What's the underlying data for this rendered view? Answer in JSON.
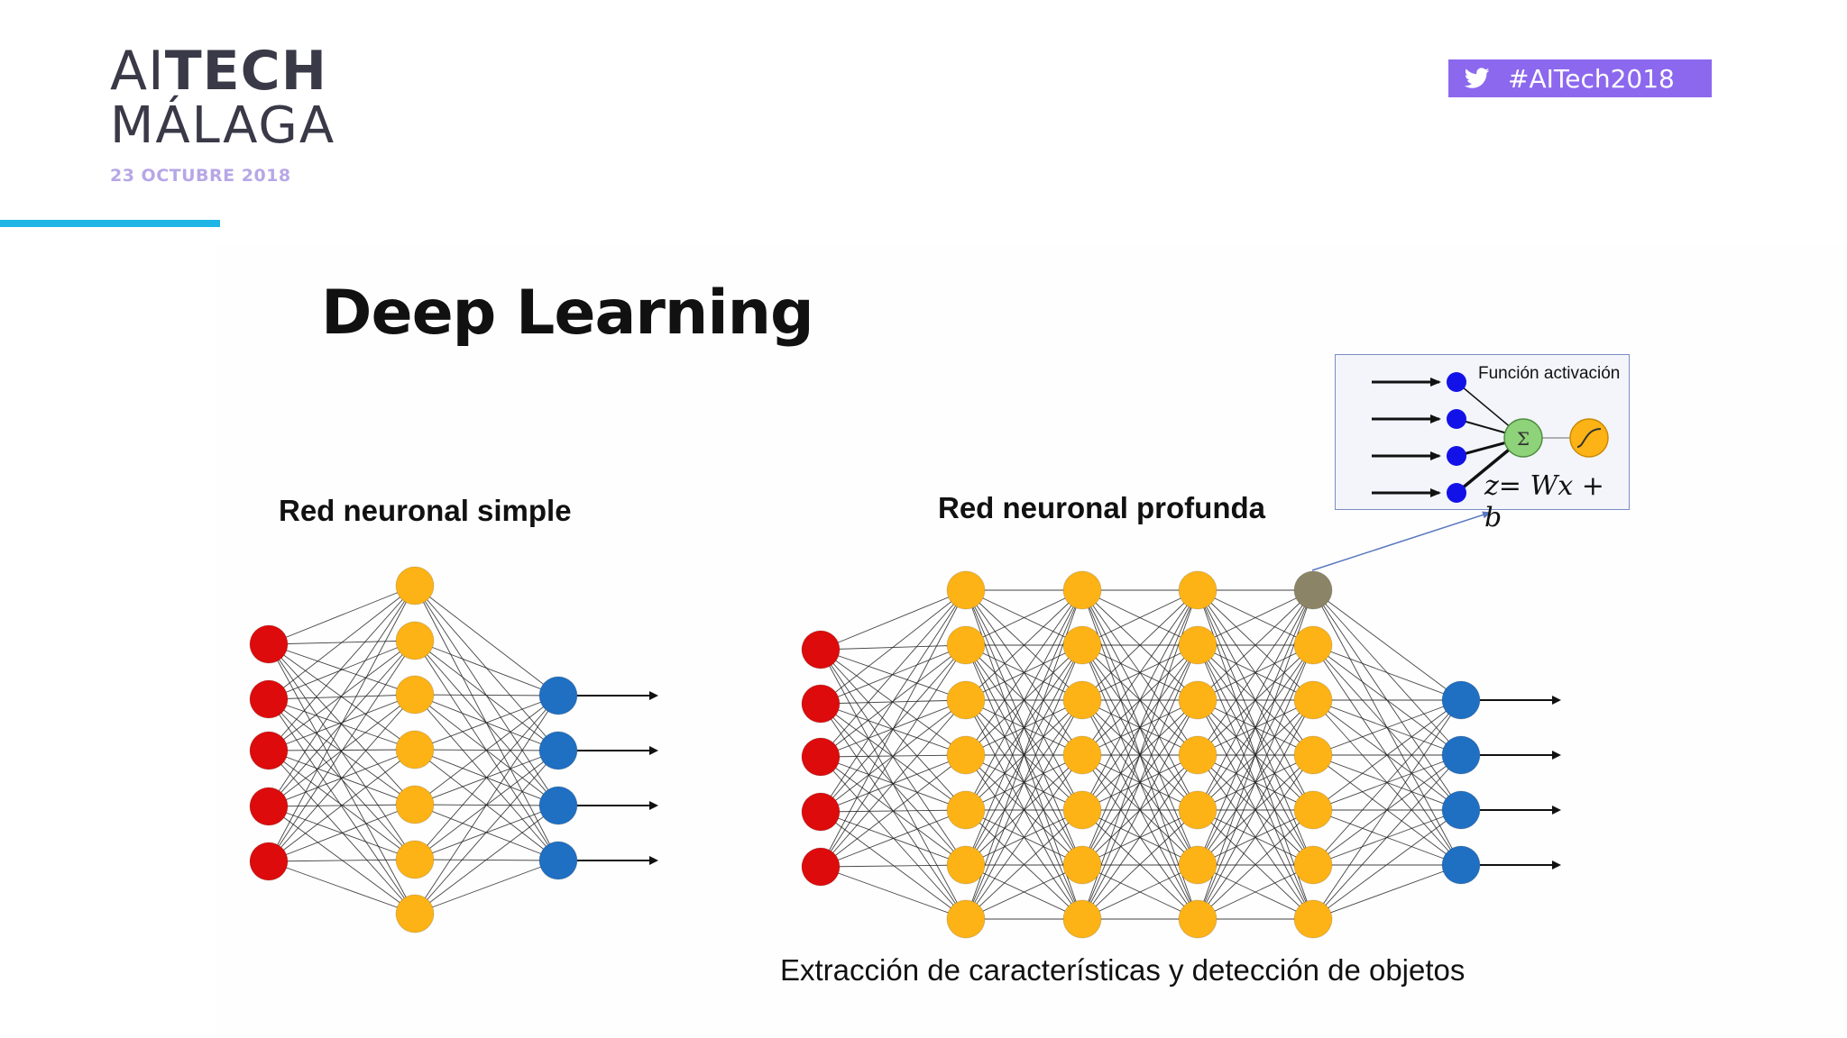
{
  "brand": {
    "name_light": "AI",
    "name_bold": "TECH",
    "city": "MÁLAGA",
    "date": "23 OCTUBRE 2018"
  },
  "hashtag": {
    "icon": "twitter-icon",
    "text": "#AITech2018",
    "color": "#8c68ee"
  },
  "accent_color": "#1fb6e6",
  "slide": {
    "title": "Deep Learning",
    "simple_label": "Red neuronal simple",
    "deep_label": "Red neuronal profunda",
    "caption": "Extracción de características y detección de objetos"
  },
  "inset": {
    "label": "Función activación",
    "equation": "z= Wx + b",
    "sum_symbol": "Σ"
  },
  "colors": {
    "input": "#dd0b0b",
    "hidden": "#fdb315",
    "output": "#1f6fc2",
    "highlight": "#8c8466",
    "inset_input": "#1212e8",
    "sum": "#8ed27a"
  },
  "networks": {
    "simple": {
      "layers": [
        5,
        7,
        4
      ]
    },
    "deep": {
      "layers": [
        5,
        7,
        7,
        7,
        7,
        4
      ]
    }
  }
}
